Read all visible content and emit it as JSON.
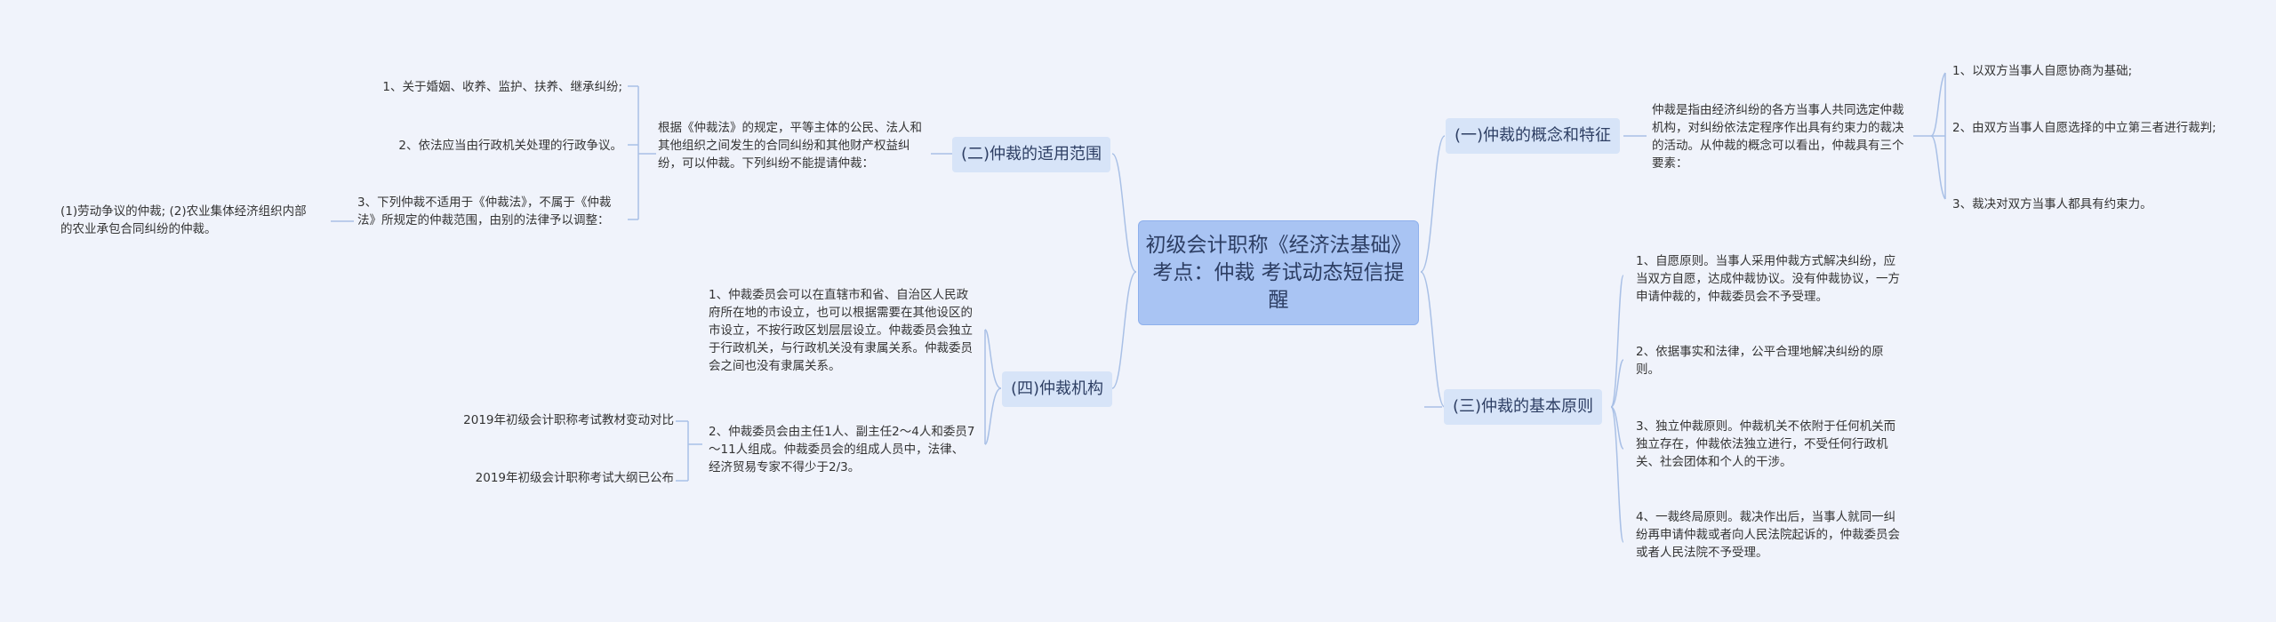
{
  "root": "初级会计职称《经济法基础》考点：仲裁 考试动态短信提醒",
  "branches": {
    "b1": {
      "label": "(一)仲裁的概念和特征",
      "desc": "仲裁是指由经济纠纷的各方当事人共同选定仲裁机构，对纠纷依法定程序作出具有约束力的裁决的活动。从仲裁的概念可以看出，仲裁具有三个要素：",
      "items": [
        "1、以双方当事人自愿协商为基础;",
        "2、由双方当事人自愿选择的中立第三者进行裁判;",
        "3、裁决对双方当事人都具有约束力。"
      ]
    },
    "b2": {
      "label": "(二)仲裁的适用范围",
      "desc": "根据《仲裁法》的规定，平等主体的公民、法人和其他组织之间发生的合同纠纷和其他财产权益纠纷，可以仲裁。下列纠纷不能提请仲裁：",
      "items": [
        "1、关于婚姻、收养、监护、扶养、继承纠纷;",
        "2、依法应当由行政机关处理的行政争议。",
        "3、下列仲裁不适用于《仲裁法》，不属于《仲裁法》所规定的仲裁范围，由别的法律予以调整："
      ],
      "sub": "(1)劳动争议的仲裁; (2)农业集体经济组织内部的农业承包合同纠纷的仲裁。"
    },
    "b3": {
      "label": "(三)仲裁的基本原则",
      "items": [
        "1、自愿原则。当事人采用仲裁方式解决纠纷，应当双方自愿，达成仲裁协议。没有仲裁协议，一方申请仲裁的，仲裁委员会不予受理。",
        "2、依据事实和法律，公平合理地解决纠纷的原则。",
        "3、独立仲裁原则。仲裁机关不依附于任何机关而独立存在，仲裁依法独立进行，不受任何行政机关、社会团体和个人的干涉。",
        "4、一裁终局原则。裁决作出后，当事人就同一纠纷再申请仲裁或者向人民法院起诉的，仲裁委员会或者人民法院不予受理。"
      ]
    },
    "b4": {
      "label": "(四)仲裁机构",
      "items": [
        "1、仲裁委员会可以在直辖市和省、自治区人民政府所在地的市设立，也可以根据需要在其他设区的市设立，不按行政区划层层设立。仲裁委员会独立于行政机关，与行政机关没有隶属关系。仲裁委员会之间也没有隶属关系。",
        "2、仲裁委员会由主任1人、副主任2～4人和委员7～11人组成。仲裁委员会的组成人员中，法律、经济贸易专家不得少于2/3。"
      ],
      "links": [
        "2019年初级会计职称考试教材变动对比",
        "2019年初级会计职称考试大纲已公布"
      ]
    }
  }
}
